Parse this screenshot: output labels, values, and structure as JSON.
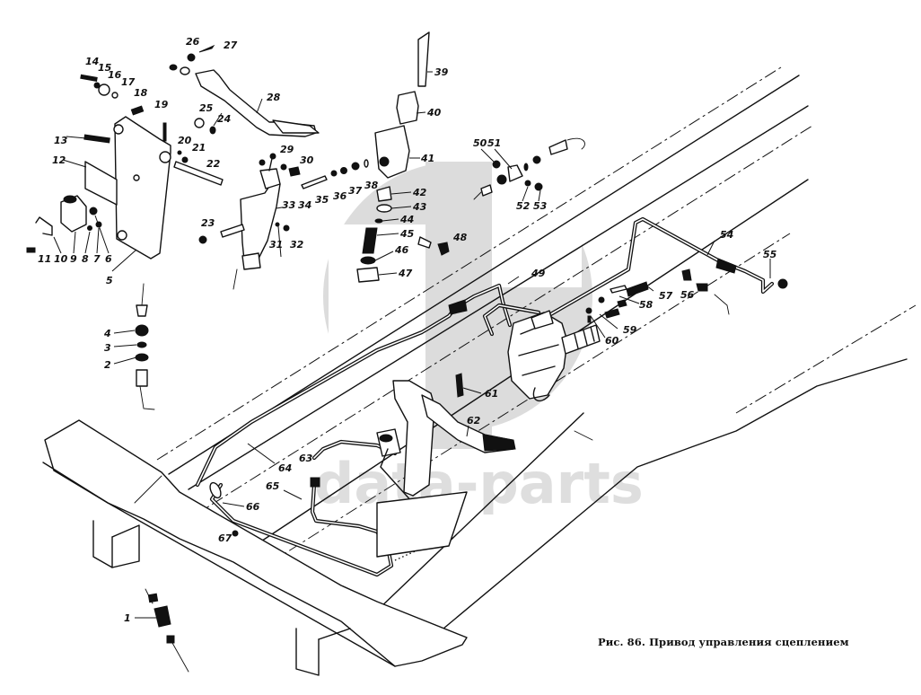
{
  "figure": {
    "caption": "Рис. 86. Привод управления сцеплением",
    "watermark_text": "data-parts",
    "watermark_logo": "dp-logo"
  },
  "callouts": [
    {
      "id": "1",
      "label": "1"
    },
    {
      "id": "2",
      "label": "2"
    },
    {
      "id": "3",
      "label": "3"
    },
    {
      "id": "4",
      "label": "4"
    },
    {
      "id": "5",
      "label": "5"
    },
    {
      "id": "6",
      "label": "6"
    },
    {
      "id": "7",
      "label": "7"
    },
    {
      "id": "8",
      "label": "8"
    },
    {
      "id": "9",
      "label": "9"
    },
    {
      "id": "10",
      "label": "10"
    },
    {
      "id": "11",
      "label": "11"
    },
    {
      "id": "12",
      "label": "12"
    },
    {
      "id": "13",
      "label": "13"
    },
    {
      "id": "14",
      "label": "14"
    },
    {
      "id": "15",
      "label": "15"
    },
    {
      "id": "16",
      "label": "16"
    },
    {
      "id": "17",
      "label": "17"
    },
    {
      "id": "18",
      "label": "18"
    },
    {
      "id": "19",
      "label": "19"
    },
    {
      "id": "20",
      "label": "20"
    },
    {
      "id": "21",
      "label": "21"
    },
    {
      "id": "22",
      "label": "22"
    },
    {
      "id": "23",
      "label": "23"
    },
    {
      "id": "24",
      "label": "24"
    },
    {
      "id": "25",
      "label": "25"
    },
    {
      "id": "26",
      "label": "26"
    },
    {
      "id": "27",
      "label": "27"
    },
    {
      "id": "28",
      "label": "28"
    },
    {
      "id": "29",
      "label": "29"
    },
    {
      "id": "30",
      "label": "30"
    },
    {
      "id": "31",
      "label": "31"
    },
    {
      "id": "32",
      "label": "32"
    },
    {
      "id": "33",
      "label": "33"
    },
    {
      "id": "34",
      "label": "34"
    },
    {
      "id": "35",
      "label": "35"
    },
    {
      "id": "36",
      "label": "36"
    },
    {
      "id": "37",
      "label": "37"
    },
    {
      "id": "38",
      "label": "38"
    },
    {
      "id": "39",
      "label": "39"
    },
    {
      "id": "40",
      "label": "40"
    },
    {
      "id": "41",
      "label": "41"
    },
    {
      "id": "42",
      "label": "42"
    },
    {
      "id": "43",
      "label": "43"
    },
    {
      "id": "44",
      "label": "44"
    },
    {
      "id": "45",
      "label": "45"
    },
    {
      "id": "46",
      "label": "46"
    },
    {
      "id": "47",
      "label": "47"
    },
    {
      "id": "48",
      "label": "48"
    },
    {
      "id": "49",
      "label": "49"
    },
    {
      "id": "50",
      "label": "50"
    },
    {
      "id": "51",
      "label": "51"
    },
    {
      "id": "52",
      "label": "52"
    },
    {
      "id": "53",
      "label": "53"
    },
    {
      "id": "54",
      "label": "54"
    },
    {
      "id": "55",
      "label": "55"
    },
    {
      "id": "56",
      "label": "56"
    },
    {
      "id": "57",
      "label": "57"
    },
    {
      "id": "58",
      "label": "58"
    },
    {
      "id": "59",
      "label": "59"
    },
    {
      "id": "60",
      "label": "60"
    },
    {
      "id": "61",
      "label": "61"
    },
    {
      "id": "62",
      "label": "62"
    },
    {
      "id": "63",
      "label": "63"
    },
    {
      "id": "64",
      "label": "64"
    },
    {
      "id": "65",
      "label": "65"
    },
    {
      "id": "66",
      "label": "66"
    },
    {
      "id": "67",
      "label": "67"
    }
  ],
  "components": {
    "pedal_bracket": "pedal-bracket",
    "clutch_pedal_exploded": "clutch-pedal",
    "master_cylinder_exploded": "clutch-master-cylinder",
    "pushrod": "pushrod",
    "slave_cylinder_assembly": "pneumohydraulic-booster",
    "frame": "vehicle-frame",
    "front_bumper_beam": "front-cross-member",
    "assembled_pedal": "assembled-clutch-pedal",
    "hydraulic_lines": "hydraulic-lines"
  }
}
